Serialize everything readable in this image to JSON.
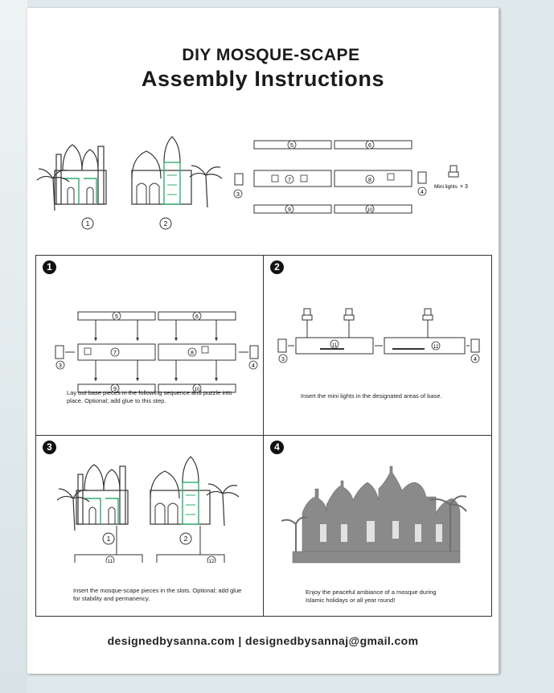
{
  "document": {
    "title_line1": "DIY MOSQUE-SCAPE",
    "title_line2": "Assembly Instructions"
  },
  "parts": {
    "piece_numbers": [
      "1",
      "2",
      "3",
      "4",
      "5",
      "6",
      "7",
      "8",
      "9",
      "10",
      "11",
      "12"
    ],
    "mini_lights_label": "Mini lights",
    "mini_lights_qty": "× 3"
  },
  "steps": [
    {
      "number": "1",
      "caption": "Lay out base pieces in the following sequence and puzzle into place. Optional; add glue to this step."
    },
    {
      "number": "2",
      "caption": "Insert the mini lights in the designated areas of base."
    },
    {
      "number": "3",
      "caption": "Insert the mosque-scape pieces in the slots. Optional; add glue for stability and permanency."
    },
    {
      "number": "4",
      "caption": "Enjoy the peaceful ambiance of a mosque during Islamic holidays or all year round!"
    }
  ],
  "footer": {
    "text": "designedbysanna.com | designedbysannaj@gmail.com"
  },
  "colors": {
    "ink": "#2a2a2a",
    "accent_green": "#2fae6f",
    "wood_gray": "#8a8a8a"
  }
}
